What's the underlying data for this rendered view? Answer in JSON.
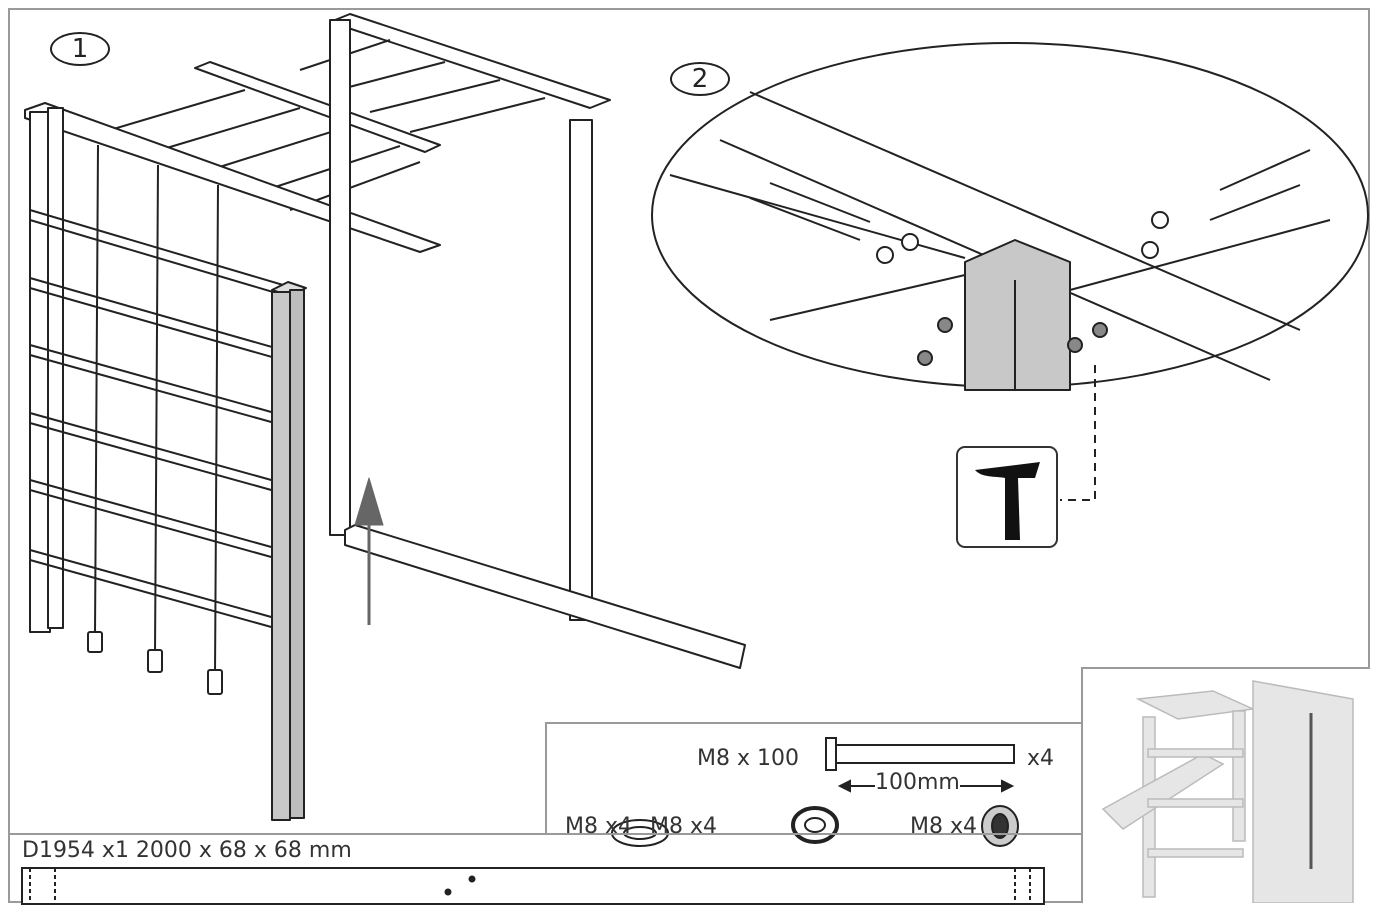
{
  "steps": [
    "1",
    "2"
  ],
  "hardware": {
    "bolt_label": "M8 x 100",
    "bolt_qty": "x4",
    "bolt_length": "100mm",
    "washer_label": "M8 x4",
    "spring_washer_label": "M8 x4",
    "tnut_label": "M8 x4"
  },
  "part": {
    "label": "D1954 x1  2000 x 68 x 68 mm"
  },
  "icons": {
    "tool": "hammer-icon",
    "arrow": "arrow-up-icon"
  },
  "colors": {
    "line": "#222222",
    "highlight": "#c8c8c8",
    "frame": "#9a9a9a"
  }
}
